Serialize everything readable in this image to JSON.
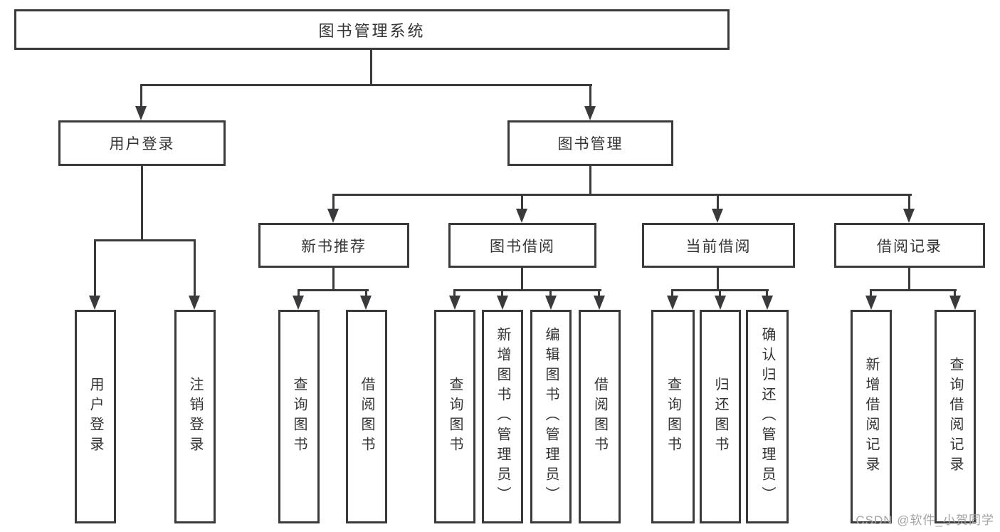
{
  "tree": {
    "root": {
      "label": "图书管理系统"
    },
    "branches": [
      {
        "label": "用户登录",
        "children": [
          {
            "label": "用户登录"
          },
          {
            "label": "注销登录"
          }
        ]
      },
      {
        "label": "图书管理",
        "children": [
          {
            "label": "新书推荐",
            "children": [
              {
                "label": "查询图书"
              },
              {
                "label": "借阅图书"
              }
            ]
          },
          {
            "label": "图书借阅",
            "children": [
              {
                "label": "查询图书"
              },
              {
                "label": "新增图书（管理员）"
              },
              {
                "label": "编辑图书（管理员）"
              },
              {
                "label": "借阅图书"
              }
            ]
          },
          {
            "label": "当前借阅",
            "children": [
              {
                "label": "查询图书"
              },
              {
                "label": "归还图书"
              },
              {
                "label": "确认归还（管理员）"
              }
            ]
          },
          {
            "label": "借阅记录",
            "children": [
              {
                "label": "新增借阅记录"
              },
              {
                "label": "查询借阅记录"
              }
            ]
          }
        ]
      }
    ]
  },
  "watermark": {
    "text": "CSDN @软件_小贺同学"
  },
  "colors": {
    "line": "#3a3a3c",
    "text": "#333333",
    "watermark": "#a3a3a3",
    "background": "#ffffff"
  }
}
